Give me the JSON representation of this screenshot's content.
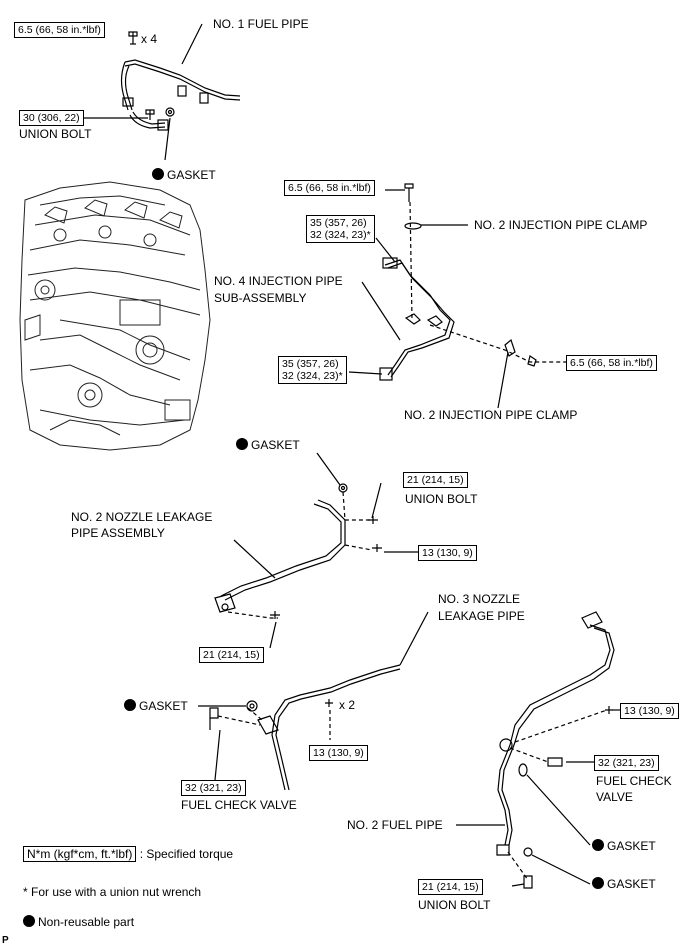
{
  "labels": {
    "no1_fuel_pipe": "NO. 1 FUEL PIPE",
    "x4": "x 4",
    "union_bolt_top": "UNION BOLT",
    "gasket_top": "GASKET",
    "no2_injection_pipe_clamp_top": "NO. 2 INJECTION PIPE CLAMP",
    "no4_injection_pipe_l1": "NO. 4 INJECTION PIPE",
    "no4_injection_pipe_l2": "SUB-ASSEMBLY",
    "no2_injection_pipe_clamp_bottom": "NO. 2 INJECTION PIPE CLAMP",
    "gasket_mid": "GASKET",
    "union_bolt_mid": "UNION BOLT",
    "no2_nozzle_leakage_l1": "NO. 2 NOZZLE LEAKAGE",
    "no2_nozzle_leakage_l2": "PIPE ASSEMBLY",
    "no3_nozzle_leakage_l1": "NO. 3 NOZZLE",
    "no3_nozzle_leakage_l2": "LEAKAGE PIPE",
    "gasket_left": "GASKET",
    "x2": "x 2",
    "fuel_check_valve_left": "FUEL CHECK VALVE",
    "fuel_check_valve_right_l1": "FUEL CHECK",
    "fuel_check_valve_right_l2": "VALVE",
    "no2_fuel_pipe": "NO. 2 FUEL PIPE",
    "gasket_right_1": "GASKET",
    "gasket_right_2": "GASKET",
    "union_bolt_bottom": "UNION BOLT",
    "corner_code": "P"
  },
  "torques": {
    "t1": "6.5 (66, 58 in.*lbf)",
    "t2": "30 (306, 22)",
    "t3": "6.5 (66, 58 in.*lbf)",
    "t4_l1": "35 (357, 26)",
    "t4_l2": "32 (324, 23)*",
    "t5_l1": "35 (357, 26)",
    "t5_l2": "32 (324, 23)*",
    "t6": "6.5 (66, 58 in.*lbf)",
    "t7": "21 (214, 15)",
    "t8": "13 (130, 9)",
    "t9": "21 (214, 15)",
    "t10": "13 (130, 9)",
    "t11": "13 (130, 9)",
    "t12": "32 (321, 23)",
    "t13": "32 (321, 23)",
    "t14": "21 (214, 15)"
  },
  "legend": {
    "torque_unit": "N*m (kgf*cm, ft.*lbf)",
    "torque_desc": ": Specified torque",
    "asterisk_note": "* For use with a union nut wrench",
    "non_reusable": "Non-reusable part"
  }
}
